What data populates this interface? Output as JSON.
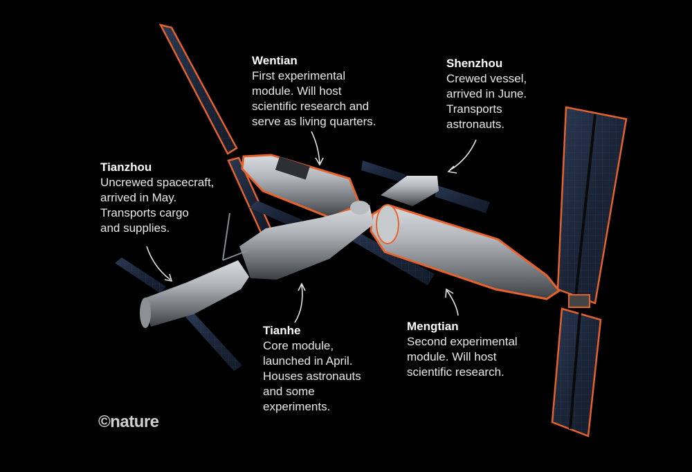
{
  "modules": [
    {
      "id": "wentian",
      "name": "Wentian",
      "description": "First experimental\nmodule. Will host\nscientific research and\nserve as living quarters."
    },
    {
      "id": "shenzhou",
      "name": "Shenzhou",
      "description": "Crewed vessel,\narrived in June.\nTransports\nastronauts."
    },
    {
      "id": "tianzhou",
      "name": "Tianzhou",
      "description": "Uncrewed spacecraft,\narrived in May.\nTransports cargo\nand supplies."
    },
    {
      "id": "tianhe",
      "name": "Tianhe",
      "description": "Core module,\nlaunched in April.\nHouses astronauts\nand some\nexperiments."
    },
    {
      "id": "mengtian",
      "name": "Mengtian",
      "description": "Second experimental\nmodule. Will host\nscientific research."
    }
  ],
  "brand": "©nature",
  "colors": {
    "background": "#000000",
    "outline": "#e8632b",
    "module_body": "#9a9ea3",
    "solar_panel": "#1e2a3d"
  }
}
